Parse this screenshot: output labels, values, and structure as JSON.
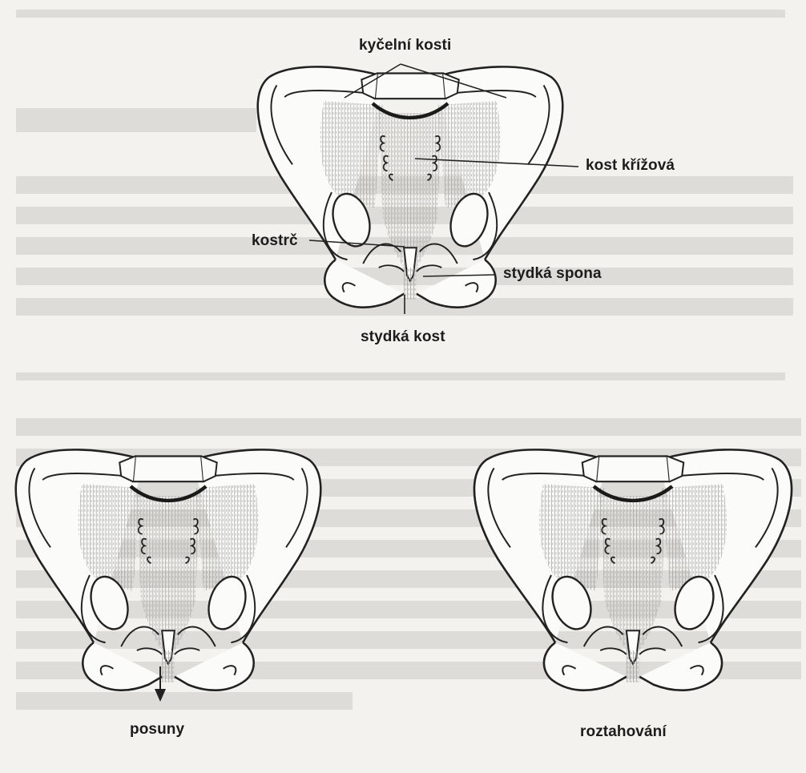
{
  "labels": {
    "hip_bones": "kyčelní kosti",
    "sacrum": "kost křížová",
    "coccyx": "kostrč",
    "pubic_symphysis": "stydká spona",
    "pubic_bone": "stydká kost",
    "shifts": "posuny",
    "stretching": "roztahování"
  },
  "figures": [
    "pelvis-anatomy-labeled",
    "pelvis-shift",
    "pelvis-stretch"
  ],
  "colors": {
    "ink": "#1c1c1c",
    "background": "#f3f2ef",
    "ligament_shading": "#9a9a9a",
    "faded_text": "#dcdbd8"
  }
}
